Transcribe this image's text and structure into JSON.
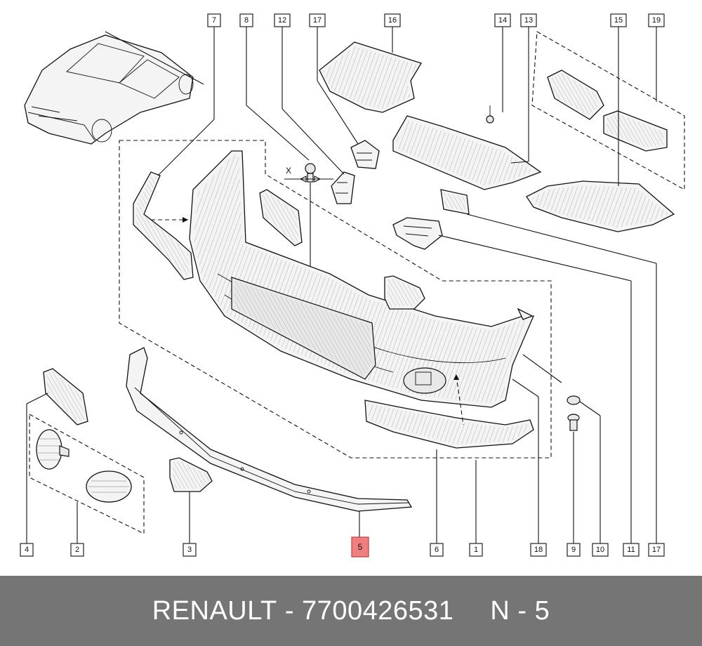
{
  "footer": {
    "brand": "RENAULT",
    "sep1": " - ",
    "part_number": "7700426531",
    "sep2": " - ",
    "ref_prefix": "N",
    "ref_value": "5"
  },
  "callouts": {
    "c7": "7",
    "c8": "8",
    "c12": "12",
    "c17a": "17",
    "c16": "16",
    "c14": "14",
    "c13": "13",
    "c15": "15",
    "c19": "19",
    "c4": "4",
    "c2": "2",
    "c3": "3",
    "c5": "5",
    "c6": "6",
    "c1": "1",
    "c18": "18",
    "c9": "9",
    "c10": "10",
    "c11": "11",
    "c17b": "17"
  },
  "marker_x": "X",
  "highlight_color": "#f08080",
  "footer_color": "#757575"
}
